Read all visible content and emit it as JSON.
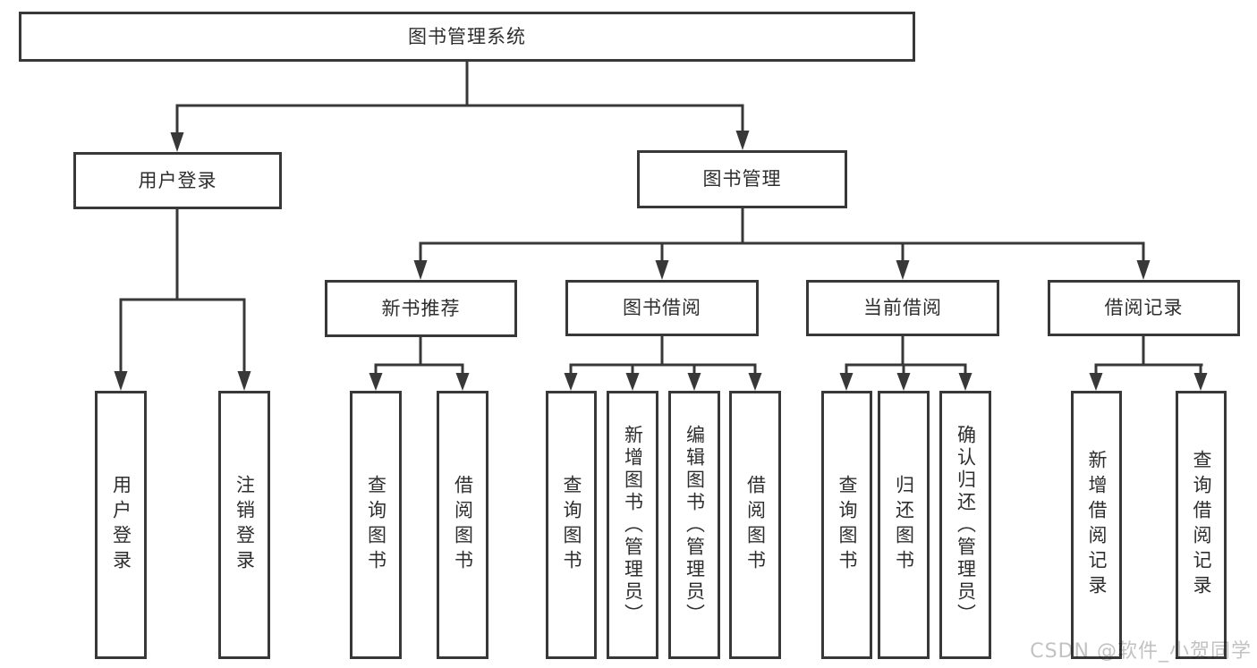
{
  "diagram": {
    "title": "图书管理系统",
    "watermark": "CSDN @软件_小贺同学",
    "colors": {
      "line": "#383838",
      "box_border": "#383838",
      "text": "#2e2e2e",
      "watermark": "#c2c2c2",
      "background": "#ffffff"
    },
    "nodes": {
      "root": "图书管理系统",
      "user_login": "用户登录",
      "book_management": "图书管理",
      "new_book_recommend": "新书推荐",
      "book_borrowing": "图书借阅",
      "current_borrowing": "当前借阅",
      "borrowing_records": "借阅记录",
      "leaf_user_login": "用户登录",
      "leaf_logout": "注销登录",
      "leaf_nb_query_books": "查询图书",
      "leaf_nb_borrow_books": "借阅图书",
      "leaf_bb_query_books": "查询图书",
      "leaf_bb_add_books_admin": "新增图书（管理员）",
      "leaf_bb_edit_books_admin": "编辑图书（管理员）",
      "leaf_bb_borrow_books": "借阅图书",
      "leaf_cb_query_books": "查询图书",
      "leaf_cb_return_books": "归还图书",
      "leaf_cb_confirm_return_admin": "确认归还（管理员）",
      "leaf_br_add_record": "新增借阅记录",
      "leaf_br_query_record": "查询借阅记录"
    }
  }
}
